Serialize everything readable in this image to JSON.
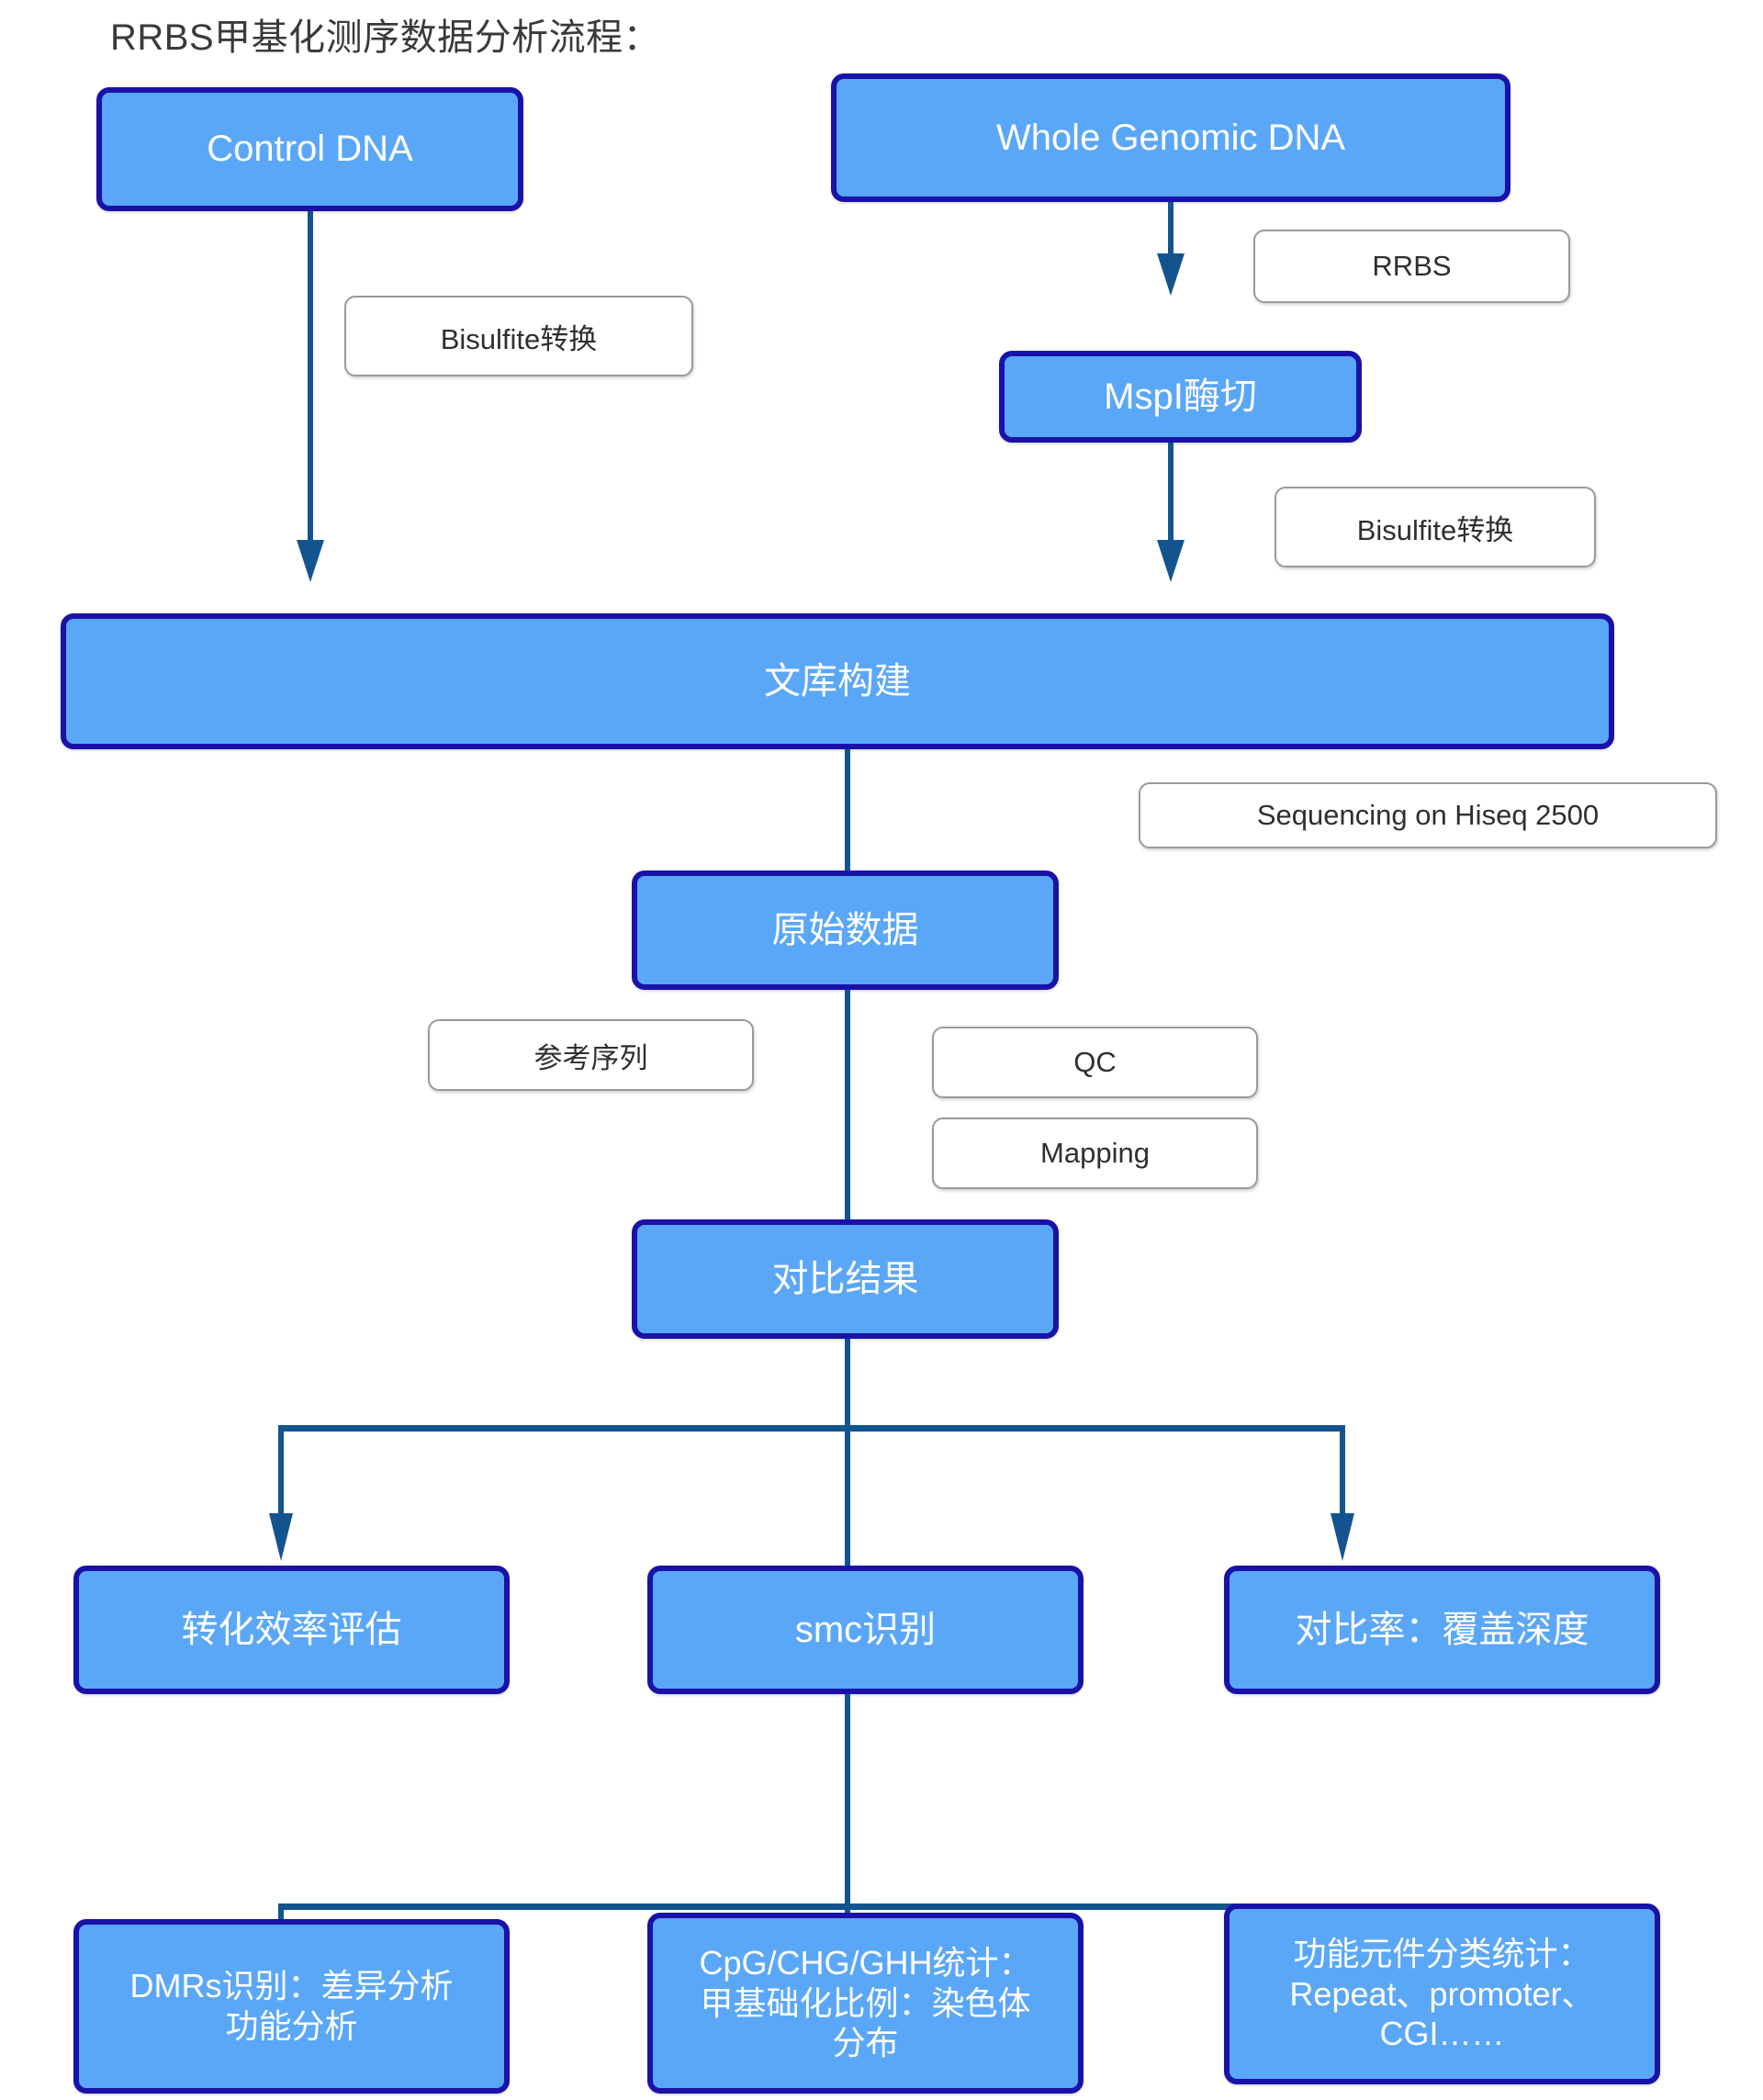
{
  "page": {
    "title": "RRBS甲基化测序数据分析流程："
  },
  "nodes": {
    "control_dna": "Control DNA",
    "whole_genomic_dna": "Whole Genomic DNA",
    "mspi_digest": "MspI酶切",
    "library_construction": "文库构建",
    "raw_data": "原始数据",
    "alignment_result": "对比结果",
    "conversion_efficiency": "转化效率评估",
    "smc_identification": "smc识别",
    "mapping_rate_depth": "对比率：覆盖深度",
    "dmrs_line1": "DMRs识别：差异分析",
    "dmrs_line2": "功能分析",
    "cpg_line1": "CpG/CHG/GHH统计：",
    "cpg_line2": "甲基础化比例：染色体",
    "cpg_line3": "分布",
    "functional_line1": "功能元件分类统计：",
    "functional_line2": "Repeat、promoter、",
    "functional_line3": "CGI……"
  },
  "annotations": {
    "bisulfite_left": "Bisulfite转换",
    "rrbs": "RRBS",
    "bisulfite_right": "Bisulfite转换",
    "sequencing": "Sequencing on Hiseq 2500",
    "reference_sequence": "参考序列",
    "qc": "QC",
    "mapping": "Mapping"
  },
  "colors": {
    "node_fill": "#5ba7f7",
    "node_border": "#1a12a8",
    "node_text": "#ffffff",
    "connector": "#13548f",
    "annotation_border": "#9a9a9a",
    "annotation_text": "#2f2f2f",
    "title_text": "#3a3a3a",
    "background": "#ffffff"
  }
}
